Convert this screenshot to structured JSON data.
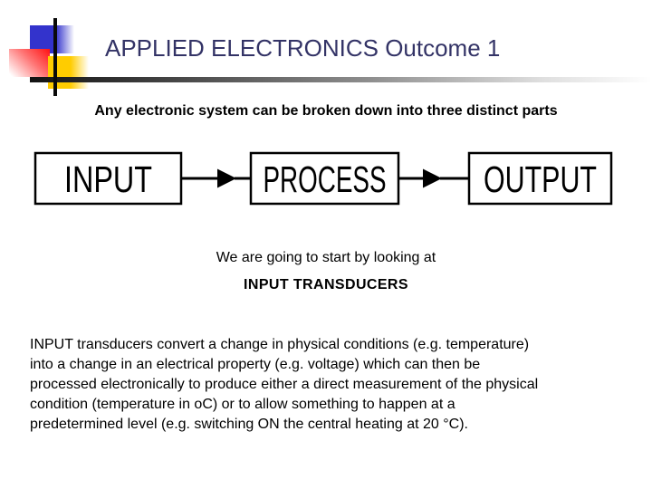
{
  "slide": {
    "title": "APPLIED ELECTRONICS Outcome 1",
    "subtitle": "Any electronic system can be broken down into three distinct parts",
    "diagram": {
      "boxes": [
        "INPUT",
        "PROCESS",
        "OUTPUT"
      ]
    },
    "lead_in": "We are going to start by looking at",
    "topic": "INPUT TRANSDUCERS",
    "paragraph_lines": [
      "INPUT transducers convert a change in physical conditions (e.g. temperature)",
      "into a change in an electrical property (e.g. voltage) which can then be",
      "processed electronically to produce either a direct measurement of the physical",
      "condition (temperature in oC) or to allow something to happen at a",
      "predetermined level (e.g. switching ON the central heating at 20 °C)."
    ]
  },
  "colors": {
    "title_text": "#333366",
    "body_text": "#000000",
    "accent_blue": "#3333cc",
    "accent_yellow": "#ffcc00",
    "accent_red": "#ff1111",
    "bar_dark": "#121212"
  }
}
